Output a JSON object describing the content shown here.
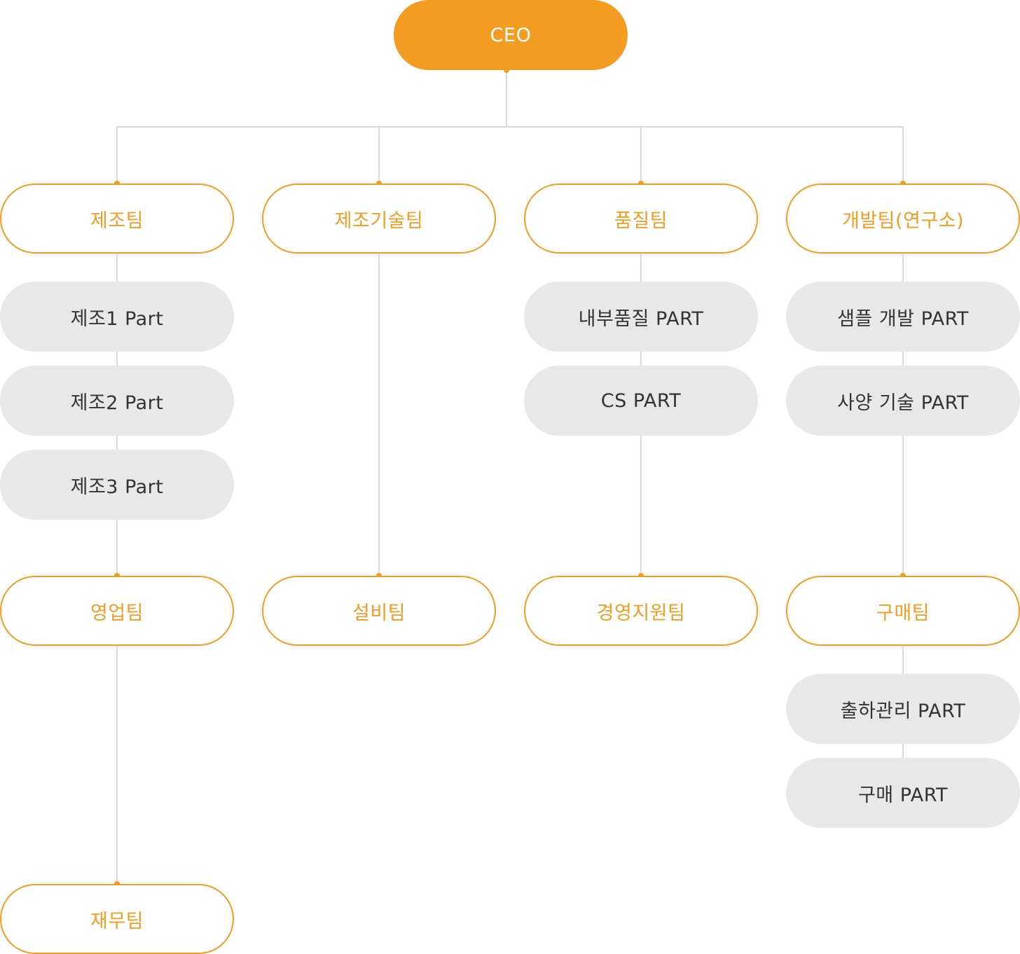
{
  "ceo": {
    "label": "CEO"
  },
  "columns": [
    {
      "team": "제조팀",
      "parts": [
        "제조1 Part",
        "제조2 Part",
        "제조3 Part"
      ],
      "team2": "영업팀",
      "team3": "재무팀"
    },
    {
      "team": "제조기술팀",
      "team2": "설비팀"
    },
    {
      "team": "품질팀",
      "parts": [
        "내부품질 PART",
        "CS PART"
      ],
      "team2": "경영지원팀"
    },
    {
      "team": "개발팀(연구소)",
      "parts": [
        "샘플 개발 PART",
        "사양 기술 PART"
      ],
      "team2": "구매팀",
      "team2_parts": [
        "출하관리 PART",
        "구매 PART"
      ]
    }
  ],
  "colors": {
    "accent": "#f39c22",
    "line": "#d9d9d9",
    "part_bg": "#e8e8e8",
    "part_text": "#333333"
  }
}
